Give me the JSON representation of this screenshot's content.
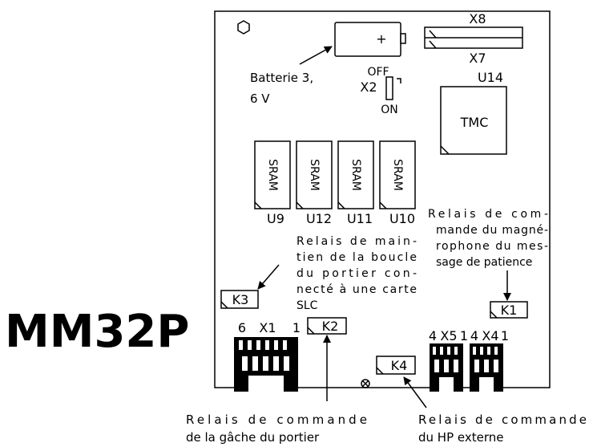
{
  "model": "MM32P",
  "battery": {
    "label_line1": "Batterie 3,",
    "label_line2": "6 V",
    "plus": "+"
  },
  "x8": "X8",
  "x7": "X7",
  "u14": "U14",
  "tmc": "TMC",
  "x2": {
    "name": "X2",
    "off": "OFF",
    "on": "ON"
  },
  "sram": [
    {
      "chip": "SRAM",
      "ref": "U9"
    },
    {
      "chip": "SRAM",
      "ref": "U12"
    },
    {
      "chip": "SRAM",
      "ref": "U11"
    },
    {
      "chip": "SRAM",
      "ref": "U10"
    }
  ],
  "relays": {
    "k1": "K1",
    "k2": "K2",
    "k3": "K3",
    "k4": "K4"
  },
  "connectors": {
    "x1": {
      "name": "X1",
      "left": "6",
      "right": "1"
    },
    "x5": {
      "name": "X5",
      "left": "4",
      "right": "1"
    },
    "x4": {
      "name": "X4",
      "left": "4",
      "right": "1"
    }
  },
  "notes": {
    "maintien": [
      "Relais de main-",
      "tien de la boucle",
      "du portier con-",
      "necté à une carte",
      "SLC"
    ],
    "magneto": [
      "Relais de com-",
      "mande du magné-",
      "rophone du mes-",
      "sage de patience"
    ],
    "gache": [
      "Relais de commande",
      "de la gâche du portier"
    ],
    "hp": [
      "Relais de commande",
      "du HP externe"
    ]
  }
}
